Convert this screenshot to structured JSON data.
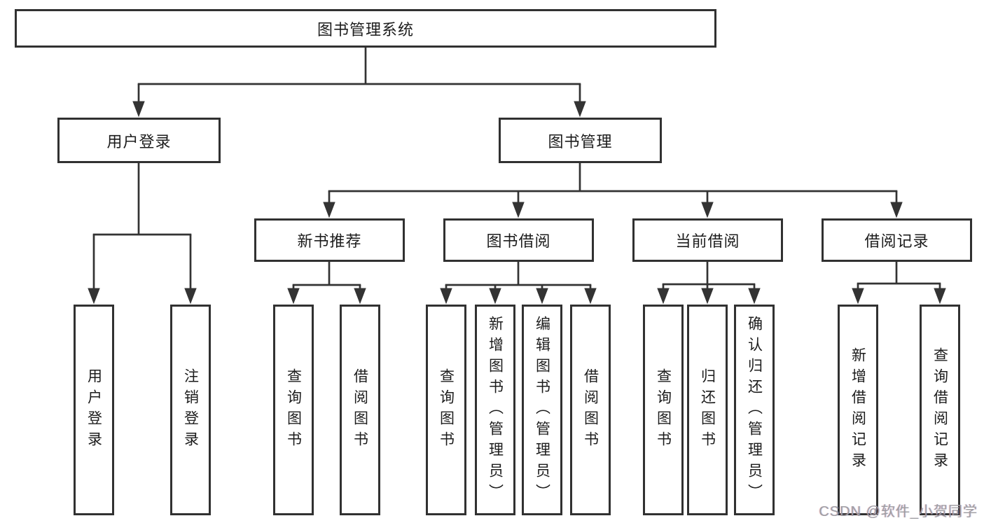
{
  "diagram": {
    "root": {
      "label": "图书管理系统"
    },
    "branches": [
      {
        "label": "用户登录",
        "children": [
          {
            "label": "用户登录"
          },
          {
            "label": "注销登录"
          }
        ]
      },
      {
        "label": "图书管理",
        "children": [
          {
            "label": "新书推荐",
            "children": [
              {
                "label": "查询图书"
              },
              {
                "label": "借阅图书"
              }
            ]
          },
          {
            "label": "图书借阅",
            "children": [
              {
                "label": "查询图书"
              },
              {
                "label": "新增图书（管理员）"
              },
              {
                "label": "编辑图书（管理员）"
              },
              {
                "label": "借阅图书"
              }
            ]
          },
          {
            "label": "当前借阅",
            "children": [
              {
                "label": "查询图书"
              },
              {
                "label": "归还图书"
              },
              {
                "label": "确认归还（管理员）"
              }
            ]
          },
          {
            "label": "借阅记录",
            "children": [
              {
                "label": "新增借阅记录"
              },
              {
                "label": "查询借阅记录"
              }
            ]
          }
        ]
      }
    ]
  },
  "style": {
    "line_color": "#333333",
    "border_color": "#313131",
    "text_color": "#1c1c1c",
    "background": "#ffffff",
    "watermark_color": "#9e9ea2"
  },
  "watermark": {
    "text": "CSDN @软件_小贺同学"
  }
}
